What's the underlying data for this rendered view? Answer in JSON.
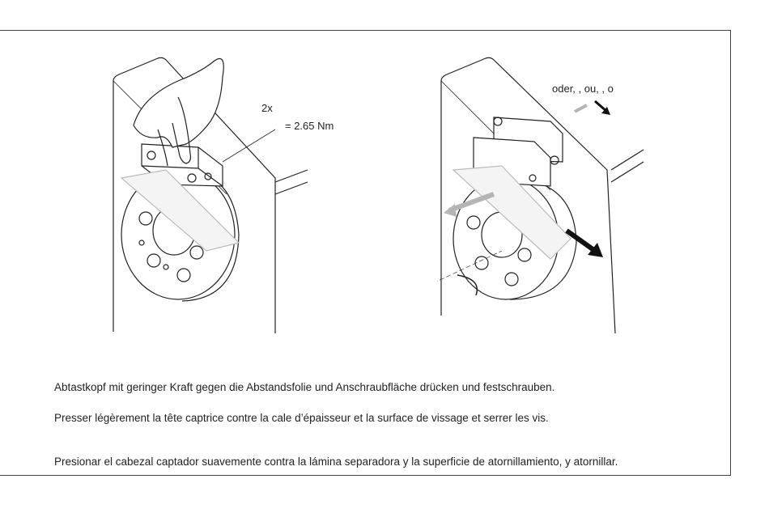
{
  "figure_left": {
    "label_count": "2x",
    "label_torque": "= 2.65 Nm"
  },
  "figure_right": {
    "label_direction": "oder,    , ou,    , o"
  },
  "captions": {
    "german": "Abtastkopf mit geringer Kraft gegen die Abstandsfolie und Anschraubfläche drücken und festschrauben.",
    "french": "Presser légèrement la tête captrice contre la cale d’épaisseur et la surface de vissage et serrer les vis.",
    "spanish": "Presionar el cabezal captador suavemente contra la lámina separadora y la superficie de atornillamiento, y atornillar."
  },
  "colors": {
    "line": "#222222",
    "arrow_gray": "#b5b5b5",
    "arrow_dark": "#111111"
  }
}
